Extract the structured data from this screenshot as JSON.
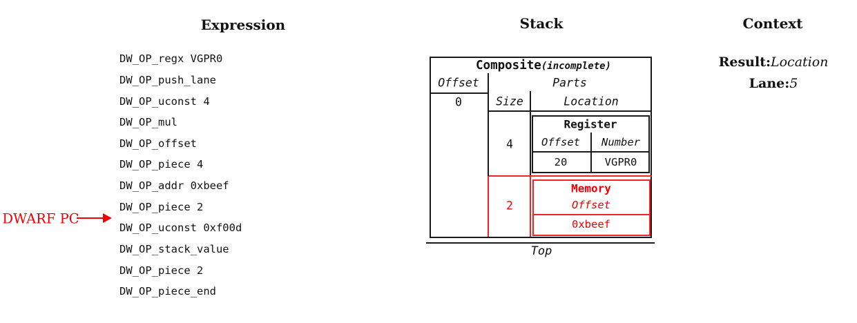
{
  "headers": {
    "expression": "Expression",
    "stack": "Stack",
    "context": "Context"
  },
  "expression": {
    "opcodes": [
      "DW_OP_regx VGPR0",
      "DW_OP_push_lane",
      "DW_OP_uconst 4",
      "DW_OP_mul",
      "DW_OP_offset",
      "DW_OP_piece 4",
      "DW_OP_addr 0xbeef",
      "DW_OP_piece 2",
      "DW_OP_uconst 0xf00d",
      "DW_OP_stack_value",
      "DW_OP_piece 2",
      "DW_OP_piece_end"
    ],
    "pc_marker": {
      "label": "DWARF PC",
      "target_opcode": "DW_OP_uconst 0xf00d"
    }
  },
  "stack": {
    "composite": {
      "title": "Composite",
      "title_qualifier": "(incomplete)",
      "offset_header": "Offset",
      "parts_header": "Parts",
      "offset_value": "0",
      "size_header": "Size",
      "location_header": "Location",
      "parts": [
        {
          "size": "4",
          "highlighted": false,
          "location": {
            "kind": "Register",
            "headers": [
              "Offset",
              "Number"
            ],
            "values": [
              "20",
              "VGPR0"
            ]
          }
        },
        {
          "size": "2",
          "highlighted": true,
          "location": {
            "kind": "Memory",
            "headers": [
              "Offset"
            ],
            "values": [
              "0xbeef"
            ]
          }
        }
      ]
    },
    "top_label": "Top"
  },
  "context": {
    "result_label": "Result:",
    "result_value": "Location",
    "lane_label": "Lane:",
    "lane_value": "5"
  },
  "colors": {
    "highlight": "#f20000",
    "ink": "#111111"
  }
}
